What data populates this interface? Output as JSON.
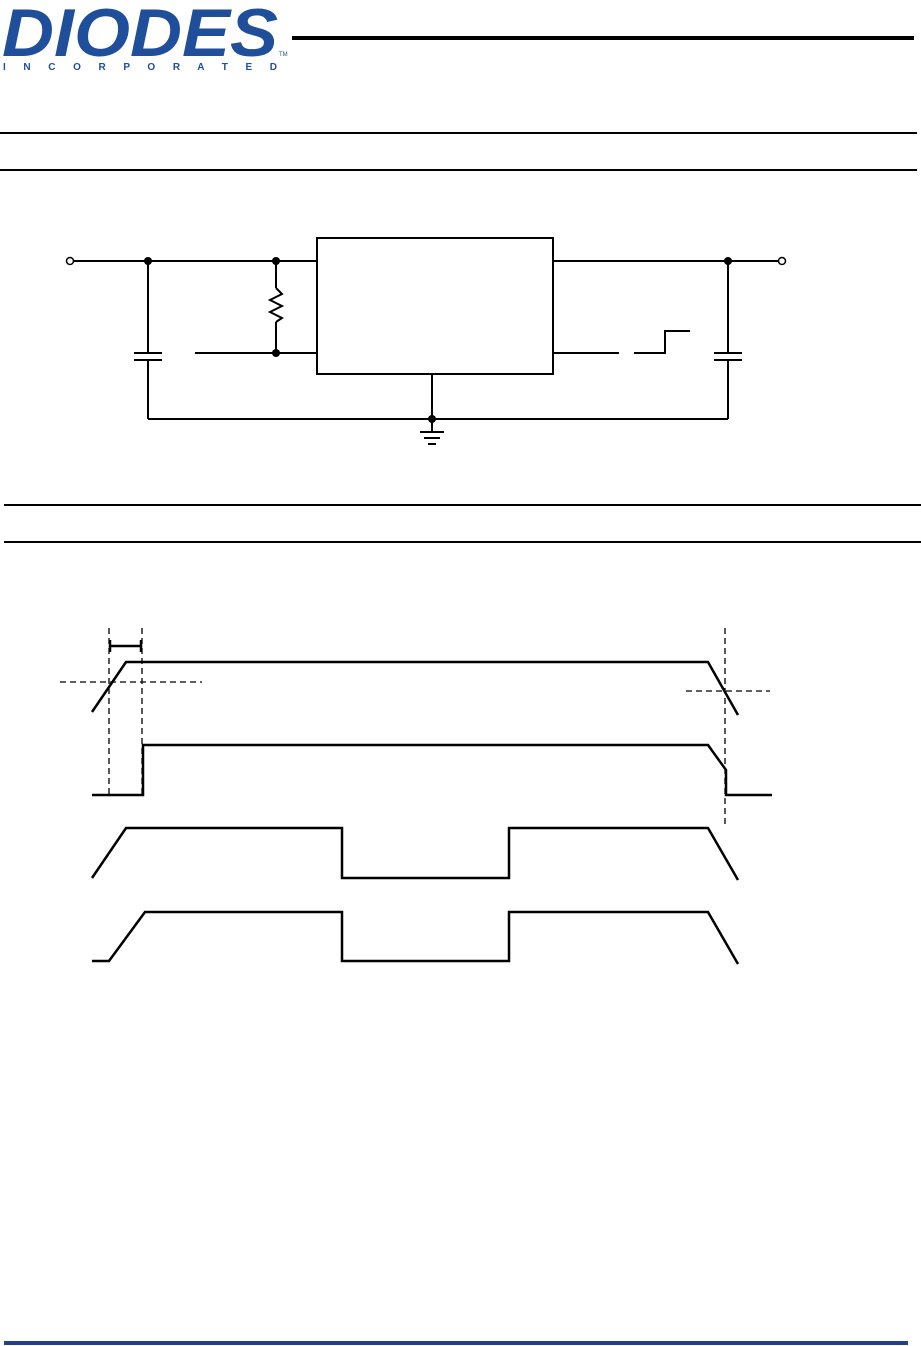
{
  "header": {
    "brand": "DIODES",
    "brand_sub": "I N C O R P O R A T E D",
    "trademark": "TM",
    "brand_color": "#1f4e9a"
  },
  "footer": {
    "rule_color": "#1f3f94"
  }
}
